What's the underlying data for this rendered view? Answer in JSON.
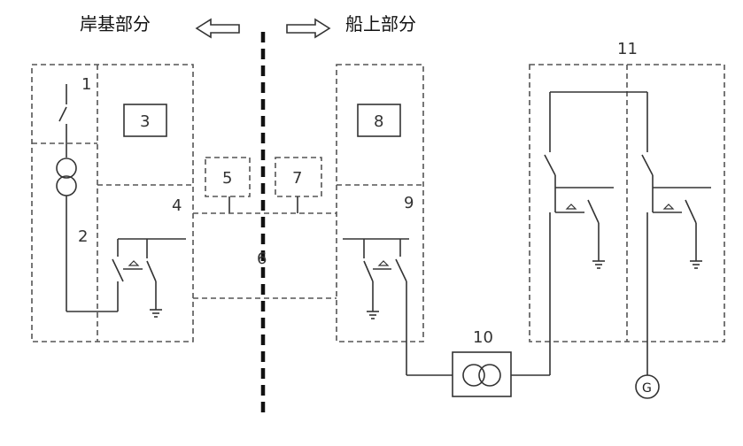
{
  "labels": {
    "shore_side": "岸基部分",
    "ship_side": "船上部分",
    "n1": "1",
    "n2": "2",
    "n3": "3",
    "n4": "4",
    "n5": "5",
    "n6": "6",
    "n7": "7",
    "n8": "8",
    "n9": "9",
    "n10": "10",
    "n11": "11",
    "generator": "G"
  },
  "icons": {
    "left_arrow": "hollow-left-arrow-icon",
    "right_arrow": "hollow-right-arrow-icon",
    "transformer": "transformer-icon",
    "generator": "generator-icon",
    "ground": "ground-icon"
  },
  "colors": {
    "line": "#333333",
    "divider": "#111111"
  }
}
